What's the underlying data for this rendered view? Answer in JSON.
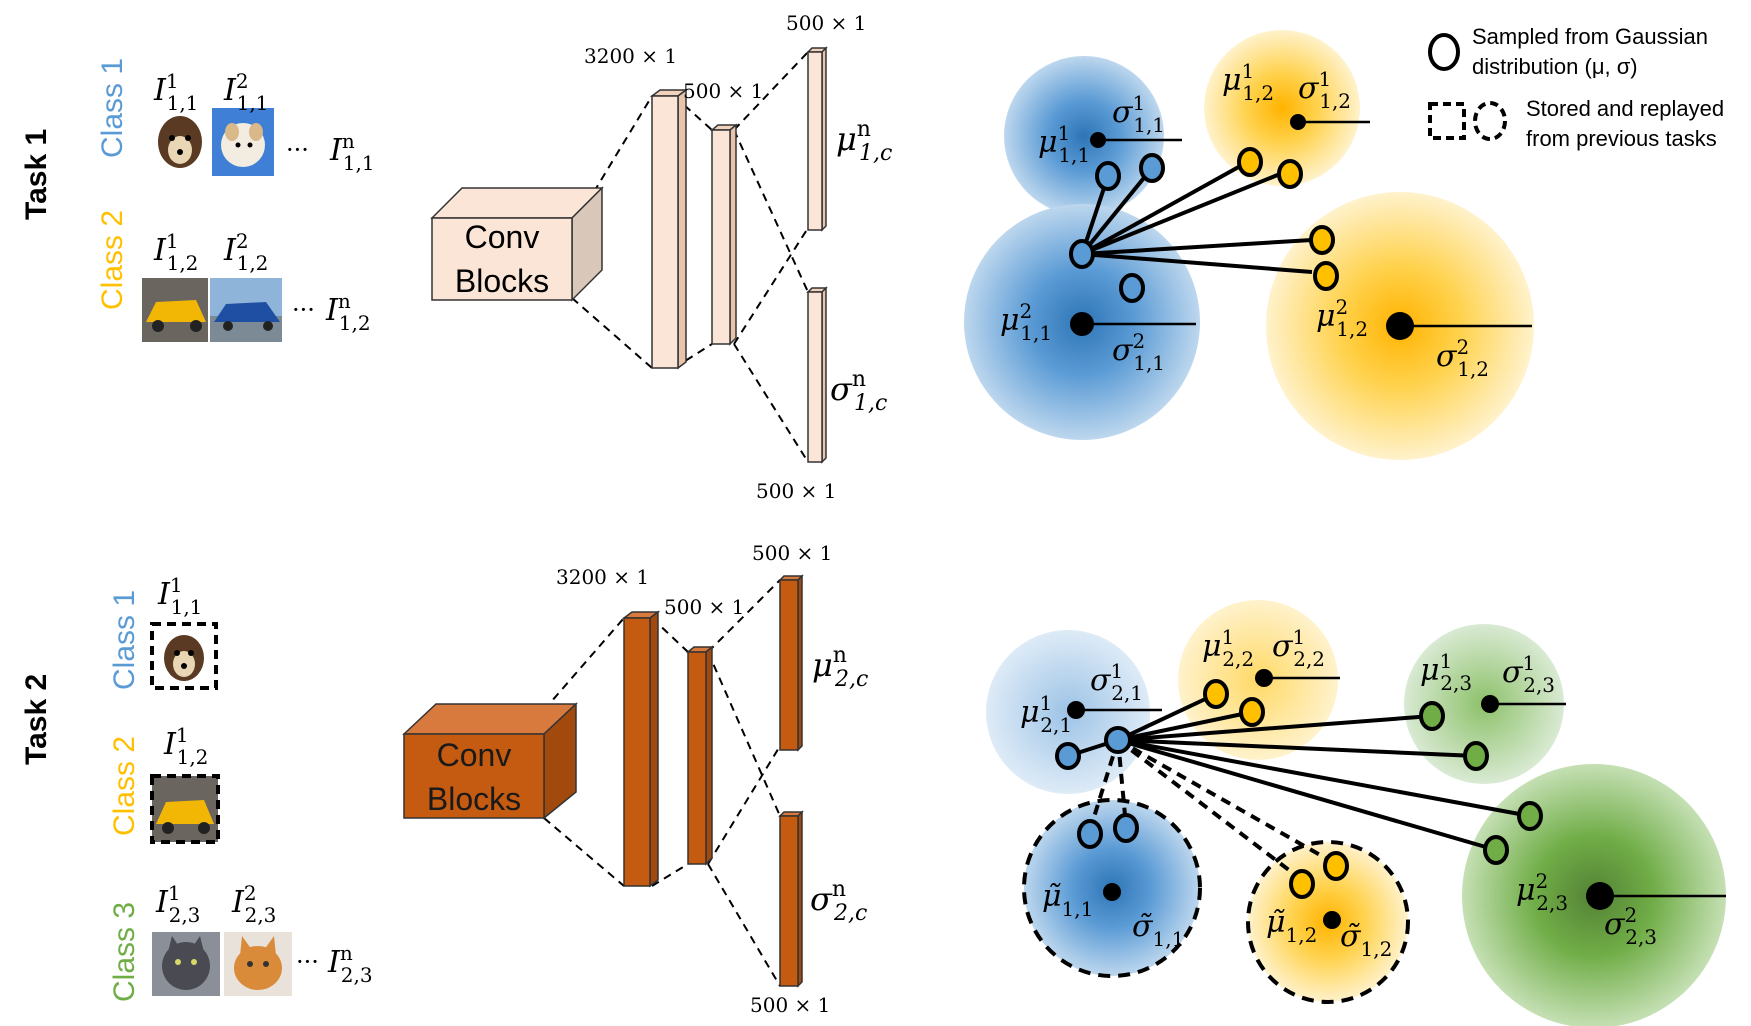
{
  "colors": {
    "class1": "#5b9bd5",
    "class2": "#ffc000",
    "class3": "#70ad47",
    "task1_layers": "#fbe5d6",
    "task2_layers": "#c55a11",
    "blue_core": "#2e75b6",
    "yellow_core": "#ffc000",
    "green_core": "#70ad47"
  },
  "legend": {
    "sampled": "Sampled from Gaussian distribution (μ, σ)",
    "sampled_line1": "Sampled from Gaussian",
    "sampled_line2": "distribution (μ, σ)",
    "stored_line1": "Stored and replayed",
    "stored_line2": "from previous tasks"
  },
  "task1": {
    "label": "Task 1",
    "class1_label": "Class 1",
    "class2_label": "Class 2",
    "img_labels": {
      "c1_a": [
        "I",
        "1",
        "1,1"
      ],
      "c1_b": [
        "I",
        "2",
        "1,1"
      ],
      "c1_n": [
        "I",
        "n",
        "1,1"
      ],
      "c2_a": [
        "I",
        "1",
        "1,2"
      ],
      "c2_b": [
        "I",
        "2",
        "1,2"
      ],
      "c2_n": [
        "I",
        "n",
        "1,2"
      ]
    },
    "ellipsis": "···",
    "conv": [
      "Conv",
      "Blocks"
    ],
    "dims": {
      "fc1": "3200 × 1",
      "fc2": "500 × 1",
      "mu": "500 × 1",
      "sigma": "500 × 1"
    },
    "mu_label": [
      "μ",
      "n",
      "1,c"
    ],
    "sigma_label": [
      "σ",
      "n",
      "1,c"
    ],
    "gauss_labels": {
      "mu11_1": [
        "μ",
        "1",
        "1,1"
      ],
      "s11_1": [
        "σ",
        "1",
        "1,1"
      ],
      "mu12_1": [
        "μ",
        "1",
        "1,2"
      ],
      "s12_1": [
        "σ",
        "1",
        "1,2"
      ],
      "mu11_2": [
        "μ",
        "2",
        "1,1"
      ],
      "s11_2": [
        "σ",
        "2",
        "1,1"
      ],
      "mu12_2": [
        "μ",
        "2",
        "1,2"
      ],
      "s12_2": [
        "σ",
        "2",
        "1,2"
      ]
    }
  },
  "task2": {
    "label": "Task 2",
    "class1_label": "Class 1",
    "class2_label": "Class 2",
    "class3_label": "Class 3",
    "img_labels": {
      "c1": [
        "I",
        "1",
        "1,1"
      ],
      "c2": [
        "I",
        "1",
        "1,2"
      ],
      "c3_a": [
        "I",
        "1",
        "2,3"
      ],
      "c3_b": [
        "I",
        "2",
        "2,3"
      ],
      "c3_n": [
        "I",
        "n",
        "2,3"
      ]
    },
    "ellipsis": "···",
    "conv": [
      "Conv",
      "Blocks"
    ],
    "dims": {
      "fc1": "3200 × 1",
      "fc2": "500 × 1",
      "mu": "500 × 1",
      "sigma": "500 × 1"
    },
    "mu_label": [
      "μ",
      "n",
      "2,c"
    ],
    "sigma_label": [
      "σ",
      "n",
      "2,c"
    ],
    "gauss_labels": {
      "mu21_1": [
        "μ",
        "1",
        "2,1"
      ],
      "s21_1": [
        "σ",
        "1",
        "2,1"
      ],
      "mu22_1": [
        "μ",
        "1",
        "2,2"
      ],
      "s22_1": [
        "σ",
        "1",
        "2,2"
      ],
      "mu23_1": [
        "μ",
        "1",
        "2,3"
      ],
      "s23_1": [
        "σ",
        "1",
        "2,3"
      ],
      "mu23_2": [
        "μ",
        "2",
        "2,3"
      ],
      "s23_2": [
        "σ",
        "2",
        "2,3"
      ],
      "mut11": [
        "μ̃",
        "",
        "1,1"
      ],
      "st11": [
        "σ̃",
        "",
        "1,1"
      ],
      "mut12": [
        "μ̃",
        "",
        "1,2"
      ],
      "st12": [
        "σ̃",
        "",
        "1,2"
      ]
    }
  }
}
